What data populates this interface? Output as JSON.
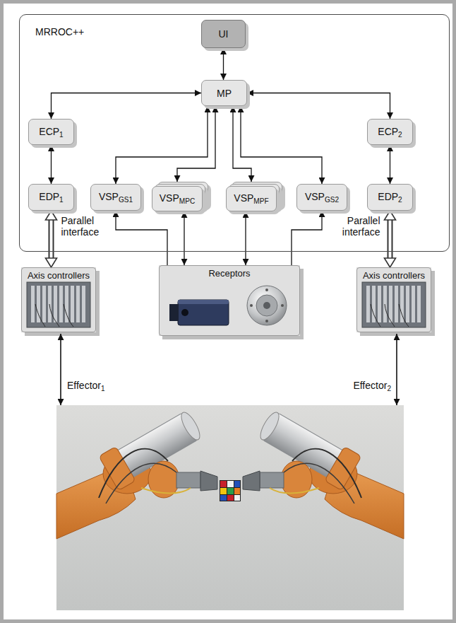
{
  "diagram": {
    "nodes": [
      {
        "text": [
          "MRROC++"
        ]
      },
      {
        "text": [
          "UI"
        ],
        "in": 0
      },
      {
        "text": [
          "MP"
        ],
        "in": 0
      },
      {
        "text": [
          "ECP1"
        ],
        "in": 0
      },
      {
        "text": [
          "ECP2"
        ],
        "in": 0
      },
      {
        "text": [
          "EDP1"
        ],
        "in": 0
      },
      {
        "text": [
          "VSPGS1"
        ],
        "in": 0
      },
      {
        "text": [
          "VSPMPC"
        ],
        "in": 0
      },
      {
        "text": [
          "VSPMPF"
        ],
        "in": 0
      },
      {
        "text": [
          "VSPGS2"
        ],
        "in": 0
      },
      {
        "text": [
          "EDP2"
        ],
        "in": 0
      },
      {
        "text": [
          "Axis controllers"
        ]
      },
      {
        "text": [
          "Receptors"
        ]
      },
      {
        "text": [
          "Axis controllers"
        ]
      }
    ],
    "edges": [
      {
        "from": 1,
        "to": 2,
        "arrow": "both"
      },
      {
        "from": 2,
        "to": 3,
        "arrow": "both"
      },
      {
        "from": 2,
        "to": 4,
        "arrow": "both"
      },
      {
        "from": 3,
        "to": 5,
        "arrow": "both"
      },
      {
        "from": 4,
        "to": 10,
        "arrow": "both"
      },
      {
        "from": 2,
        "to": 6,
        "arrow": "both"
      },
      {
        "from": 2,
        "to": 7,
        "arrow": "both"
      },
      {
        "from": 2,
        "to": 8,
        "arrow": "both"
      },
      {
        "from": 2,
        "to": 9,
        "arrow": "both"
      },
      {
        "from": 5,
        "to": 11,
        "label": "Parallel interface",
        "arrow": "both"
      },
      {
        "from": 10,
        "to": 13,
        "label": "Parallel interface",
        "arrow": "both"
      },
      {
        "from": 12,
        "to": 6,
        "arrow": "to"
      },
      {
        "from": 7,
        "to": 12,
        "arrow": "both"
      },
      {
        "from": 8,
        "to": 12,
        "arrow": "both"
      },
      {
        "from": 12,
        "to": 9,
        "arrow": "to"
      }
    ],
    "labels": [
      "Effector1",
      "Effector2"
    ]
  }
}
